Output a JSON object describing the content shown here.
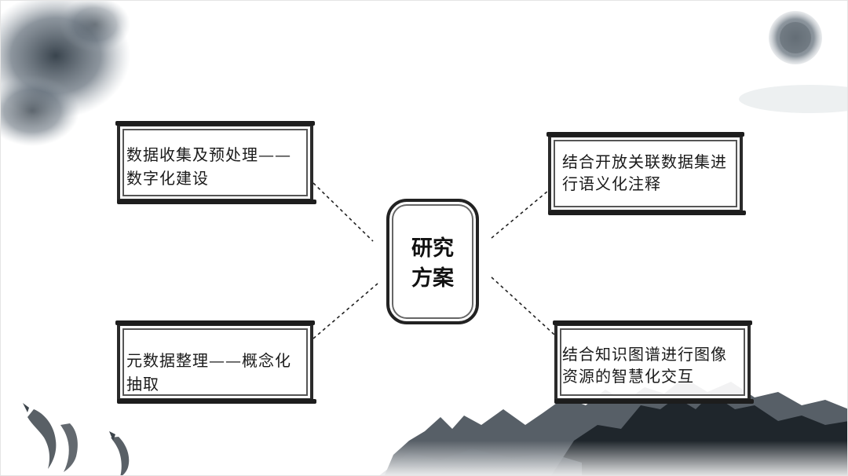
{
  "center": {
    "line1": "研究",
    "line2": "方案"
  },
  "boxes": {
    "top_left": {
      "line1": "数据收集及预处理——",
      "line2": "数字化建设"
    },
    "bottom_left": {
      "line1": "元数据整理——概念化",
      "line2": "抽取"
    },
    "top_right": {
      "line1": "结合开放关联数据集进",
      "line2": "行语义化注释"
    },
    "bottom_right": {
      "line1": "结合知识图谱进行图像",
      "line2": "资源的智慧化交互"
    }
  },
  "colors": {
    "ink": "#1a1a1a",
    "wash": "#5a6470",
    "background": "#ffffff"
  }
}
